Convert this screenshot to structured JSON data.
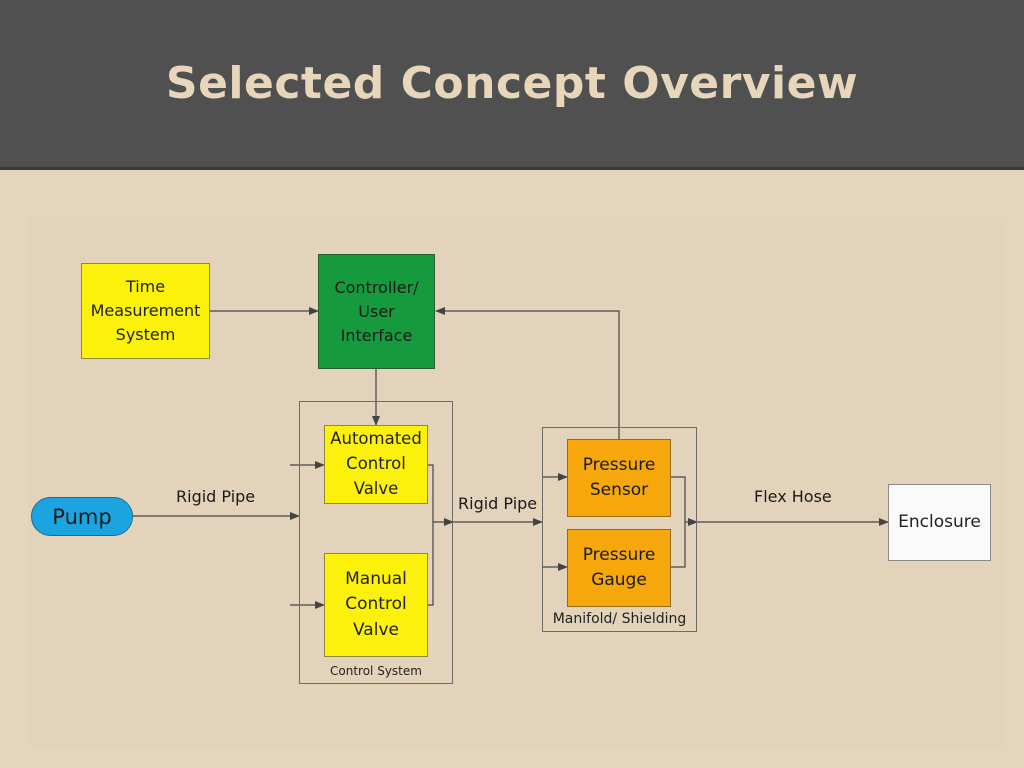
{
  "slide": {
    "title": "Selected Concept Overview"
  },
  "nodes": {
    "time_measurement": "Time\nMeasurement\nSystem",
    "controller": "Controller/\nUser\nInterface",
    "automated_valve": "Automated\nControl\nValve",
    "manual_valve": "Manual\nControl\nValve",
    "pressure_sensor": "Pressure\nSensor",
    "pressure_gauge": "Pressure\nGauge",
    "pump": "Pump",
    "enclosure": "Enclosure"
  },
  "groups": {
    "control_system": "Control System",
    "manifold": "Manifold/ Shielding"
  },
  "edges": {
    "pump_to_control": "Rigid Pipe",
    "control_to_manifold": "Rigid Pipe",
    "manifold_to_enclosure": "Flex Hose"
  },
  "colors": {
    "header": "#505050",
    "background": "#e5d5bd",
    "title_text": "#e8d6bb",
    "yellow_block": "#fbf10a",
    "green_block": "#159a3e",
    "orange_block": "#f5a70b",
    "pump_block": "#1ba4df",
    "enclosure_block": "#fafafa",
    "wire": "#444444"
  }
}
